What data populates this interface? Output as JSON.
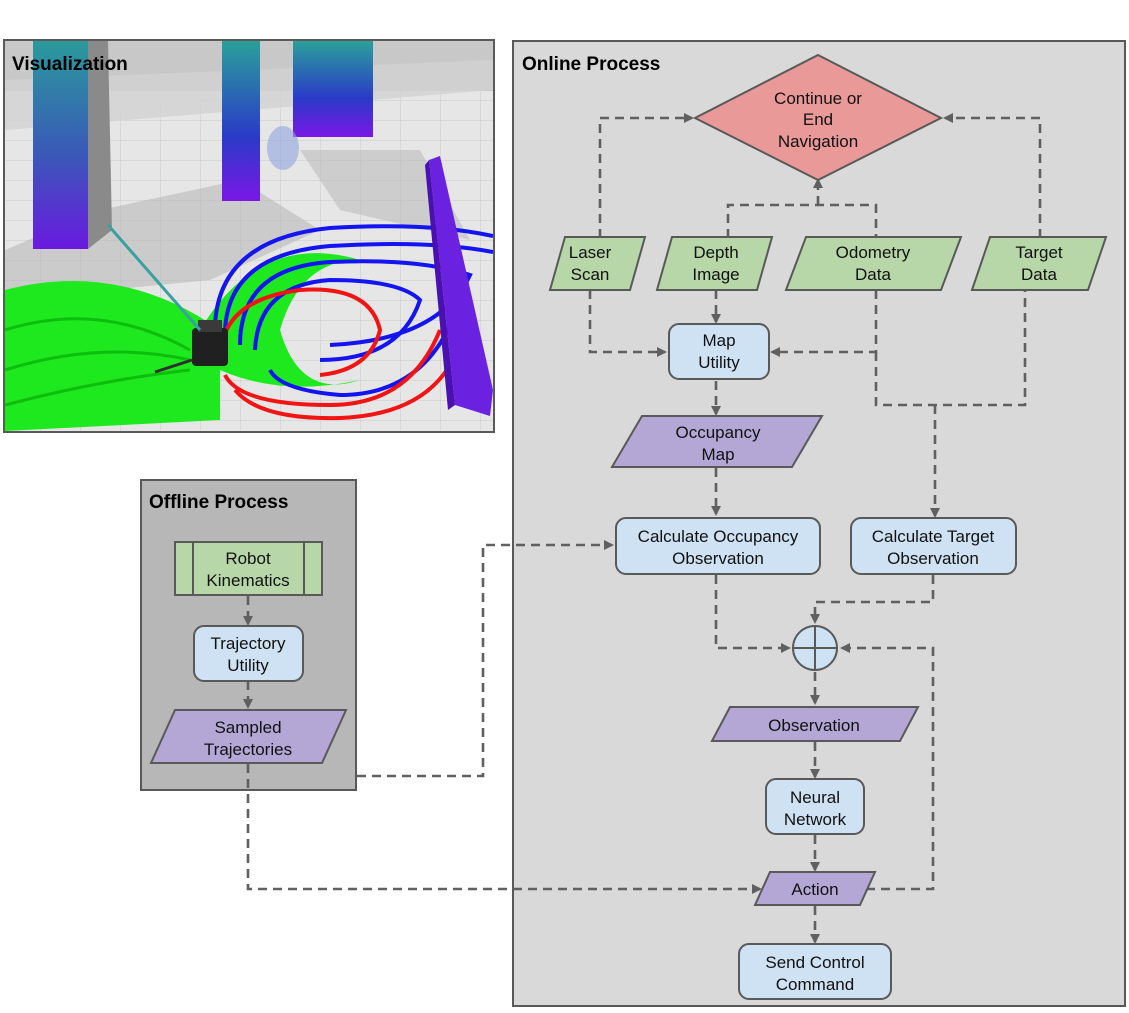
{
  "panels": {
    "visualization": "Visualization",
    "online": "Online Process",
    "offline": "Offline Process"
  },
  "nodes": {
    "decision": [
      "Continue or",
      "End",
      "Navigation"
    ],
    "laser_scan": [
      "Laser",
      "Scan"
    ],
    "depth_image": [
      "Depth",
      "Image"
    ],
    "odometry_data": [
      "Odometry",
      "Data"
    ],
    "target_data": [
      "Target",
      "Data"
    ],
    "map_utility": [
      "Map",
      "Utility"
    ],
    "occupancy_map": [
      "Occupancy",
      "Map"
    ],
    "calc_occupancy_obs": [
      "Calculate Occupancy",
      "Observation"
    ],
    "calc_target_obs": [
      "Calculate Target",
      "Observation"
    ],
    "observation": [
      "Observation"
    ],
    "neural_network": [
      "Neural",
      "Network"
    ],
    "action": [
      "Action"
    ],
    "send_control": [
      "Send Control",
      "Command"
    ],
    "robot_kinematics": [
      "Robot",
      "Kinematics"
    ],
    "trajectory_utility": [
      "Trajectory",
      "Utility"
    ],
    "sampled_trajectories": [
      "Sampled",
      "Trajectories"
    ]
  },
  "colors": {
    "data_io": "#b7d7a8",
    "process": "#cfe2f3",
    "intermediate": "#b4a7d6",
    "decision": "#ea9999",
    "online_bg": "#d9d9d9",
    "offline_bg": "#b7b7b7",
    "border": "#595959"
  }
}
